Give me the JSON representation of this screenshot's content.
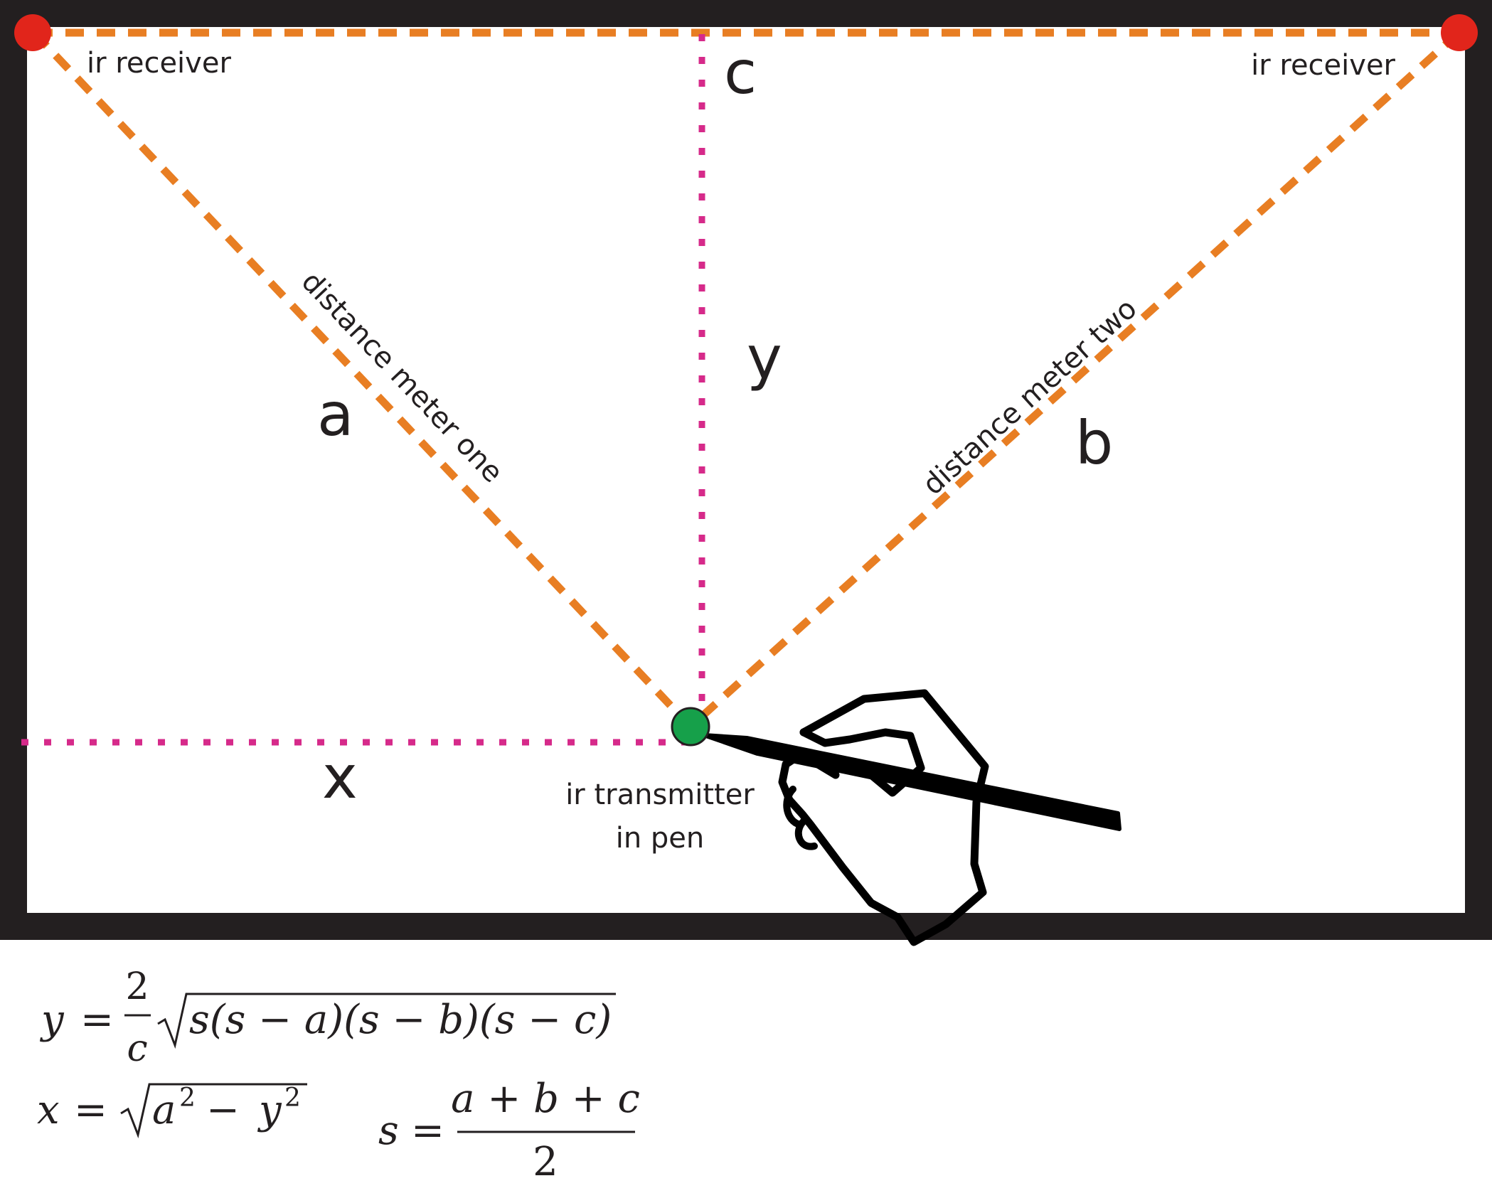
{
  "colors": {
    "frame": "#231f20",
    "baseline_dash": "#e87e23",
    "projection_dots": "#d62a8a",
    "receiver": "#e1251b",
    "transmitter": "#16a04a"
  },
  "icons": [
    "pen-hand-icon"
  ],
  "labels": {
    "receiver_left": "ir receiver",
    "receiver_right": "ir receiver",
    "side_a": "a",
    "side_b": "b",
    "side_c": "c",
    "coord_x": "x",
    "coord_y": "y",
    "meter_one": "distance meter one",
    "meter_two": "distance meter two",
    "transmitter_line1": "ir transmitter",
    "transmitter_line2": "in pen"
  },
  "formulas": {
    "y": {
      "lhs": "y",
      "eq": "=",
      "num": "2",
      "den": "c",
      "radicand": "s(s − a)(s − b)(s − c)"
    },
    "x": {
      "lhs": "x",
      "eq": "=",
      "radicand_base_a": "a",
      "exp_a": "2",
      "minus": "−",
      "radicand_base_y": "y",
      "exp_y": "2"
    },
    "s": {
      "lhs": "s",
      "eq": "=",
      "num": "a + b + c",
      "den": "2"
    }
  }
}
